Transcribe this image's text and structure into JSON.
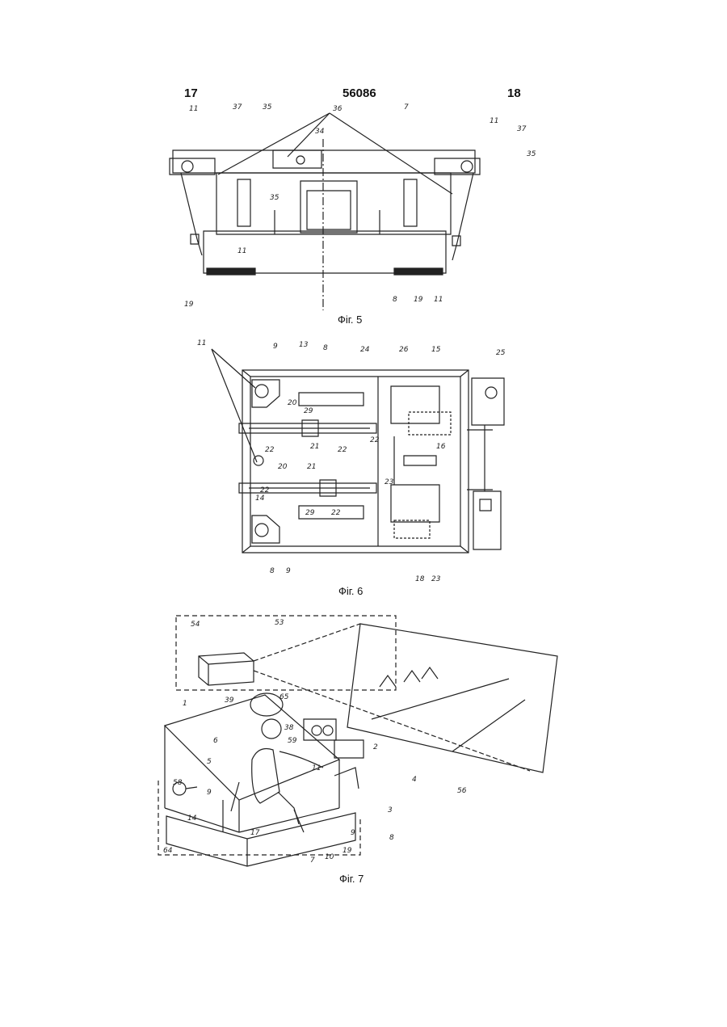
{
  "header": {
    "page_left": "17",
    "doc_number": "56086",
    "page_right": "18"
  },
  "figures": [
    {
      "caption": "Фіг. 5",
      "labels": [
        "11",
        "37",
        "35",
        "36",
        "34",
        "7",
        "11",
        "37",
        "35",
        "35",
        "11",
        "19",
        "8",
        "19",
        "11"
      ]
    },
    {
      "caption": "Фіг. 6",
      "labels": [
        "11",
        "9",
        "13",
        "8",
        "24",
        "26",
        "15",
        "25",
        "20",
        "29",
        "21",
        "22",
        "22",
        "16",
        "22",
        "20",
        "21",
        "23",
        "14",
        "22",
        "29",
        "22",
        "8",
        "9",
        "18",
        "23"
      ]
    },
    {
      "caption": "Фіг. 7",
      "labels": [
        "54",
        "53",
        "1",
        "39",
        "65",
        "38",
        "59",
        "6",
        "5",
        "58",
        "9",
        "14",
        "17",
        "7",
        "10",
        "64",
        "11",
        "2",
        "4",
        "3",
        "9",
        "8",
        "19",
        "56"
      ]
    }
  ]
}
